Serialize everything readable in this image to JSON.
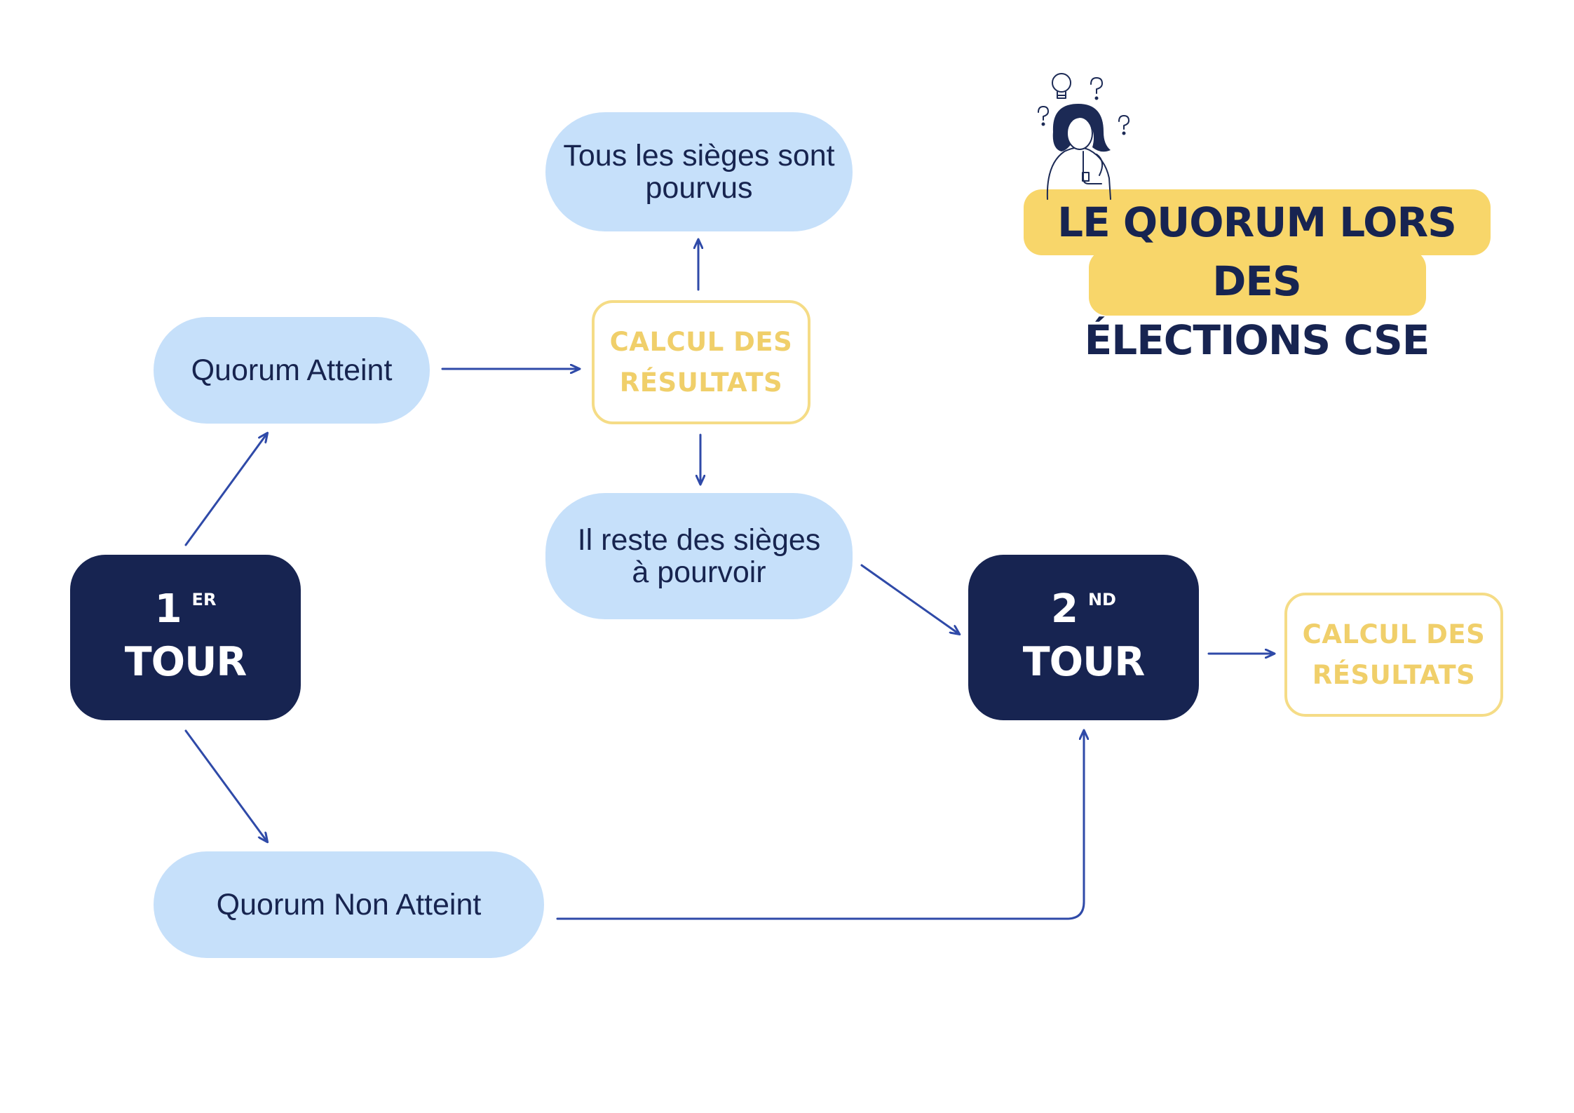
{
  "title": {
    "line1": "LE QUORUM LORS DES",
    "line2": "ÉLECTIONS CSE"
  },
  "nodes": {
    "tour1": {
      "number": "1",
      "ordinal": "ER",
      "label": "TOUR"
    },
    "tour2": {
      "number": "2",
      "ordinal": "ND",
      "label": "TOUR"
    },
    "quorum_atteint": "Quorum Atteint",
    "quorum_non_atteint": "Quorum Non Atteint",
    "calcul1": {
      "line1": "CALCUL DES",
      "line2": "RÉSULTATS"
    },
    "calcul2": {
      "line1": "CALCUL DES",
      "line2": "RÉSULTATS"
    },
    "tous_sieges": {
      "line1": "Tous les sièges sont",
      "line2": "pourvus"
    },
    "reste_sieges": {
      "line1": "Il reste des sièges",
      "line2": "à pourvoir"
    }
  },
  "colors": {
    "navy": "#172451",
    "pill_blue": "#c6e0fa",
    "yellow": "#f8d66a",
    "yellow_text": "#f0cf6a",
    "arrow": "#2f4aa8"
  }
}
